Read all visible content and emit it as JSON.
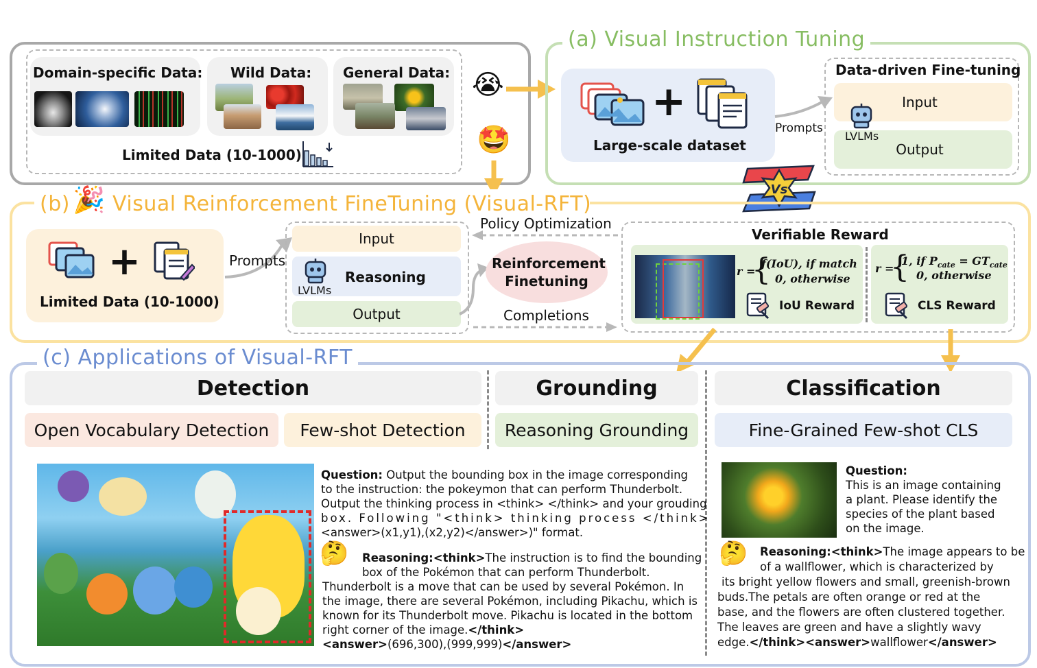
{
  "limited": {
    "domain_label": "Domain-specific Data:",
    "wild_label": "Wild Data:",
    "general_label": "General Data:",
    "caption": "Limited Data (10-1000)"
  },
  "panel_a": {
    "title": "(a) Visual Instruction Tuning",
    "dataset_caption": "Large-scale dataset",
    "prompts": "Prompts",
    "finetune_title": "Data-driven Fine-tuning",
    "input": "Input",
    "output": "Output",
    "model": "LVLMs"
  },
  "panel_b": {
    "title": "(b)",
    "title_main": "Visual Reinforcement FineTuning (Visual-RFT)",
    "data_caption": "Limited Data (10-1000)",
    "prompts": "Prompts",
    "input": "Input",
    "reasoning": "Reasoning",
    "output": "Output",
    "model": "LVLMs",
    "policy": "Policy Optimization",
    "rft": "Reinforcement Finetuning",
    "completions": "Completions",
    "reward_title": "Verifiable Reward",
    "iou_formula_1": "f(IoU), if match",
    "iou_formula_2": "0, otherwise",
    "cls_formula_1": "1, if P",
    "cls_formula_1b": "cate",
    "cls_formula_1c": " = GT",
    "cls_formula_1d": "cate",
    "cls_formula_2": "0, otherwise",
    "r": "r =",
    "iou_reward": "IoU Reward",
    "cls_reward": "CLS Reward",
    "vs": "Vs"
  },
  "panel_c": {
    "title": "(c) Applications of Visual-RFT",
    "detection": "Detection",
    "grounding": "Grounding",
    "classification": "Classification",
    "ovd": "Open Vocabulary Detection",
    "fsd": "Few-shot Detection",
    "rg": "Reasoning Grounding",
    "fgcls": "Fine-Grained Few-shot CLS",
    "det_question_label": "Question:",
    "det_question_1": " Output the bounding box in the image corresponding",
    "det_question_2": "to the instruction: the pokeymon that can perform Thunderbolt.",
    "det_question_3": "Output the thinking process in <think> </think> and your grouding",
    "det_question_4": "box. Following \"<think> thinking process </think>",
    "det_question_5": "<answer>(x1,y1),(x2,y2)</answer>)\" format.",
    "det_reason_label": "Reasoning:<think>",
    "det_reason_1": "The instruction is to find the bounding",
    "det_reason_2": "box of the Pokémon that can perform Thunderbolt.",
    "det_reason_3": "Thunderbolt is a move that can be used by several Pokémon. In",
    "det_reason_4": "the image, there are several Pokémon, including Pikachu, which is",
    "det_reason_5": "known for its Thunderbolt move. Pikachu is located in the bottom",
    "det_reason_6": "right corner of the image.",
    "det_think_end": "</think>",
    "det_answer_open": "<answer>",
    "det_answer_val": "(696,300),(999,999)",
    "det_answer_close": "</answer>",
    "cls_question_label": "Question:",
    "cls_question_1": "This is an image containing",
    "cls_question_2": "a plant. Please identify the",
    "cls_question_3": "species of the plant based",
    "cls_question_4": "on the image.",
    "cls_reason_label": "Reasoning:<think>",
    "cls_reason_1": "The image appears to be",
    "cls_reason_2": "of a wallflower, which is characterized by",
    "cls_reason_3": "its bright yellow flowers and small, greenish-brown",
    "cls_reason_4": "buds.The petals are often orange or red at the",
    "cls_reason_5": "base, and the flowers are often clustered together.",
    "cls_reason_6": "The leaves are green and have a slightly wavy",
    "cls_reason_7": "edge.",
    "cls_think_end": "</think><answer>",
    "cls_answer_val": "wallflower",
    "cls_answer_close": "</answer>"
  },
  "colors": {
    "green": "#87bd62",
    "yellow": "#f4b43a",
    "blue": "#6a8cd0",
    "arrow": "#f5c04e"
  }
}
